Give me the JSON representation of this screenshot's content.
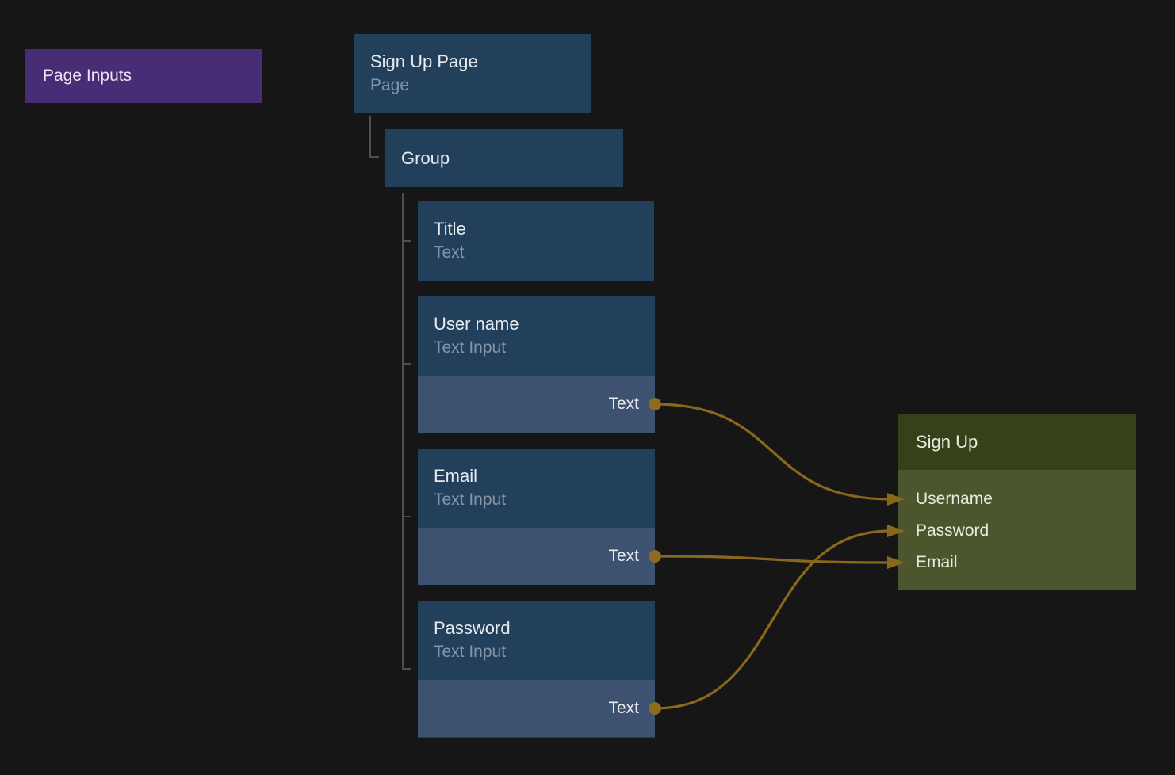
{
  "page_inputs": {
    "label": "Page Inputs"
  },
  "tree": {
    "root": {
      "title": "Sign Up Page",
      "subtitle": "Page"
    },
    "group": {
      "title": "Group"
    },
    "children": [
      {
        "id": "node-title",
        "title": "Title",
        "subtitle": "Text",
        "ports": []
      },
      {
        "id": "node-username",
        "title": "User name",
        "subtitle": "Text Input",
        "ports": [
          {
            "id": "username-text",
            "label": "Text"
          }
        ]
      },
      {
        "id": "node-email",
        "title": "Email",
        "subtitle": "Text Input",
        "ports": [
          {
            "id": "email-text",
            "label": "Text"
          }
        ]
      },
      {
        "id": "node-password",
        "title": "Password",
        "subtitle": "Text Input",
        "ports": [
          {
            "id": "password-text",
            "label": "Text"
          }
        ]
      }
    ]
  },
  "signup": {
    "title": "Sign Up",
    "inputs": [
      {
        "id": "signup-username",
        "label": "Username"
      },
      {
        "id": "signup-password",
        "label": "Password"
      },
      {
        "id": "signup-email",
        "label": "Email"
      }
    ]
  },
  "connections": [
    {
      "from": "username-text",
      "to": "signup-username"
    },
    {
      "from": "email-text",
      "to": "signup-email"
    },
    {
      "from": "password-text",
      "to": "signup-password"
    }
  ],
  "colors": {
    "canvas_bg": "#161616",
    "page_inputs_purple": "#472D75",
    "node_header_blue": "#22405C",
    "node_port_blue": "#3D5271",
    "signup_header_olive": "#36411A",
    "signup_body_olive": "#4C562C",
    "wire_gold": "#8A671B",
    "tree_line_gray": "#4F4F4F",
    "title_text": "#E8EAED",
    "subtitle_text": "#8595A6"
  }
}
